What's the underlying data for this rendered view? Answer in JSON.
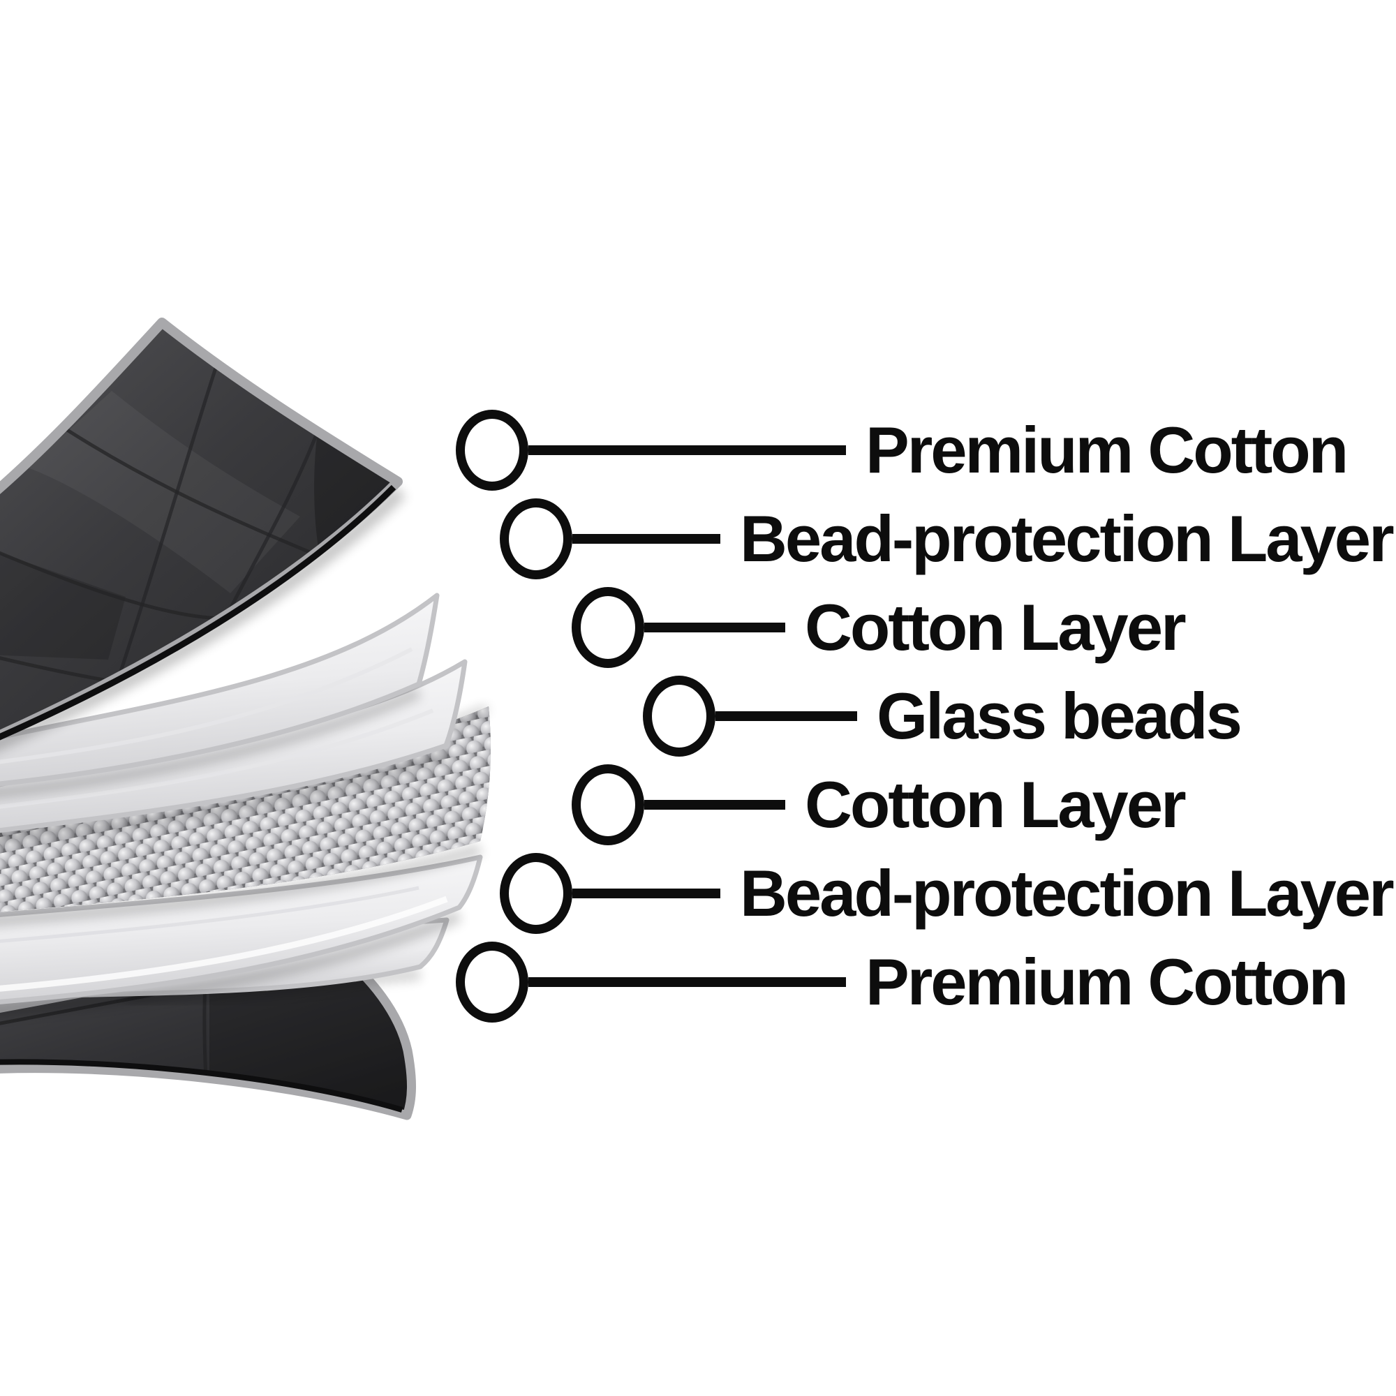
{
  "page": {
    "background": "#ffffff"
  },
  "callouts": [
    {
      "label": "Premium Cotton"
    },
    {
      "label": "Bead-protection Layer"
    },
    {
      "label": "Cotton Layer"
    },
    {
      "label": "Glass beads"
    },
    {
      "label": "Cotton Layer"
    },
    {
      "label": "Bead-protection Layer"
    },
    {
      "label": "Premium Cotton"
    }
  ],
  "style": {
    "callout_ink": "#0d0d0d",
    "blanket_dark": "#39393c",
    "blanket_binding_gray": "#a8a8ab",
    "sheet_white": "#f2f2f4",
    "sheet_edge_gray": "#c3c3c6",
    "bead_gray": "#b8b8bc"
  }
}
